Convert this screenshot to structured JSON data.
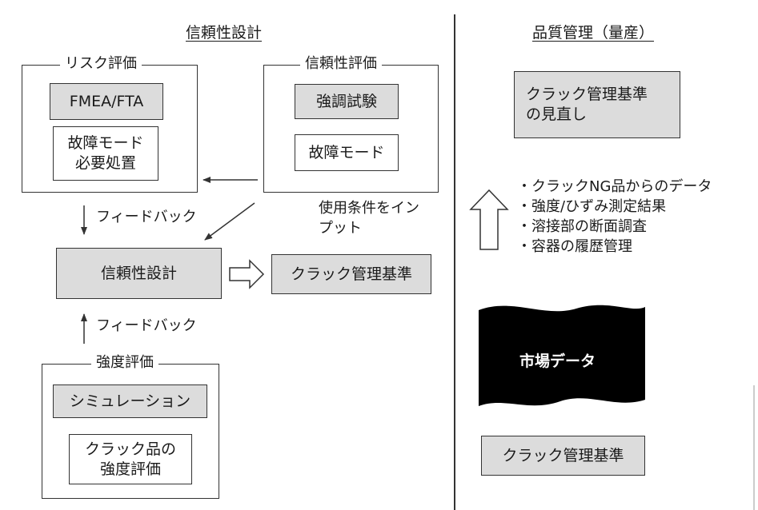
{
  "left_panel": {
    "title": "信頼性設計",
    "risk_group": {
      "legend": "リスク評価",
      "method_box": "FMEA/FTA",
      "action_box": "故障モード\n必要処置"
    },
    "reliability_group": {
      "legend": "信頼性評価",
      "test_box": "強調試験",
      "failure_box": "故障モード"
    },
    "feedback_top": "フィードバック",
    "input_note": "使用条件をイン\nプット",
    "design_box": "信頼性設計",
    "criteria_box": "クラック管理基準",
    "feedback_bottom": "フィードバック",
    "strength_group": {
      "legend": "強度評価",
      "sim_box": "シミュレーション",
      "crack_box": "クラック品の\n強度評価"
    }
  },
  "right_panel": {
    "title": "品質管理（量産）",
    "review_box": "クラック管理基準\nの見直し",
    "data_items": [
      "・クラックNG品からのデータ",
      "・強度/ひずみ測定結果",
      "・溶接部の断面調査",
      "・容器の履歴管理"
    ],
    "market_data": "市場データ",
    "criteria_box": "クラック管理基準"
  },
  "colors": {
    "box_gray": "#dcdcdc",
    "line": "#333333",
    "market_fill": "#000000"
  }
}
